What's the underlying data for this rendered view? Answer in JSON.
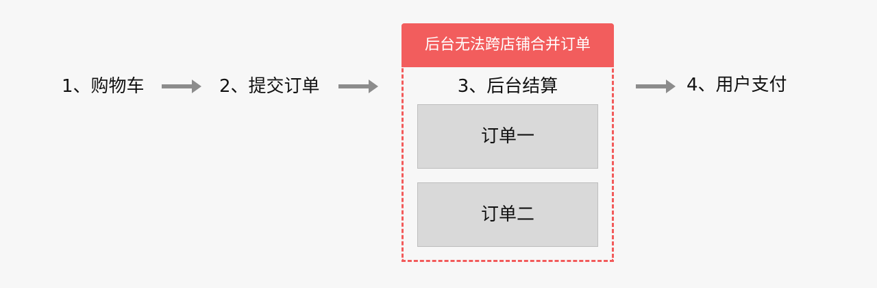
{
  "steps": {
    "step1": "1、购物车",
    "step2": "2、提交订单",
    "step4": "4、用户支付"
  },
  "backend_group": {
    "header": "后台无法跨店铺合并订单",
    "title": "3、后台结算",
    "orders": [
      "订单一",
      "订单二"
    ]
  },
  "colors": {
    "accent_red": "#f25d5d",
    "arrow_gray": "#8c8c8c",
    "box_gray": "#d9d9d9",
    "background": "#f7f7f7"
  }
}
